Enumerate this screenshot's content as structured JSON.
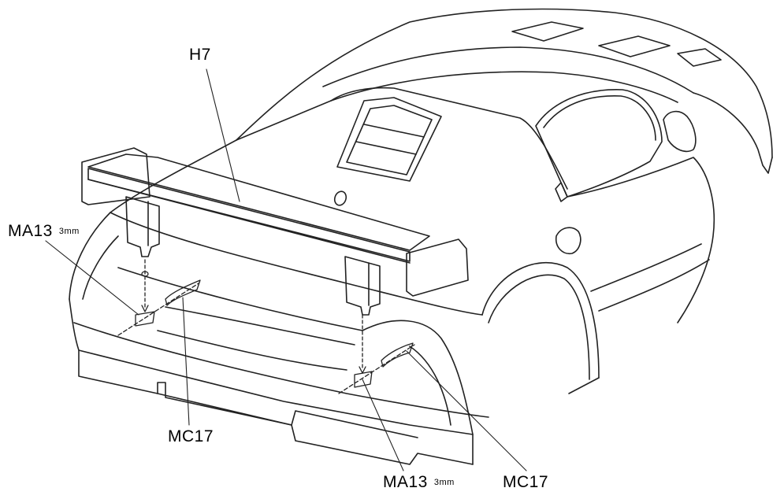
{
  "labels": {
    "wing": "H7",
    "screw_left": "MA13",
    "screw_left_size": "3mm",
    "screw_bottom": "MA13",
    "screw_bottom_size": "3mm",
    "cap_left": "MC17",
    "cap_right": "MC17"
  },
  "colors": {
    "line": "#222222",
    "background": "#ffffff"
  }
}
